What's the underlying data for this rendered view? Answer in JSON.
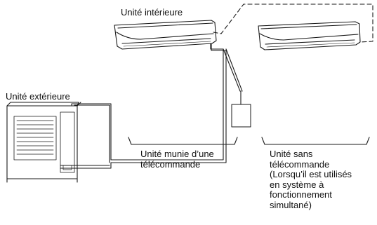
{
  "labels": {
    "indoor_unit": "Unité intérieure",
    "outdoor_unit": "Unité extérieure",
    "with_remote": [
      "Unité munie d’une",
      "télécommande"
    ],
    "without_remote": [
      "Unité sans",
      "télécommande",
      "(Lorsqu’il est utilisés",
      "en système à",
      "fonctionnement",
      "simultané)"
    ]
  },
  "colors": {
    "line": "#1a1a1a",
    "background": "#ffffff"
  }
}
